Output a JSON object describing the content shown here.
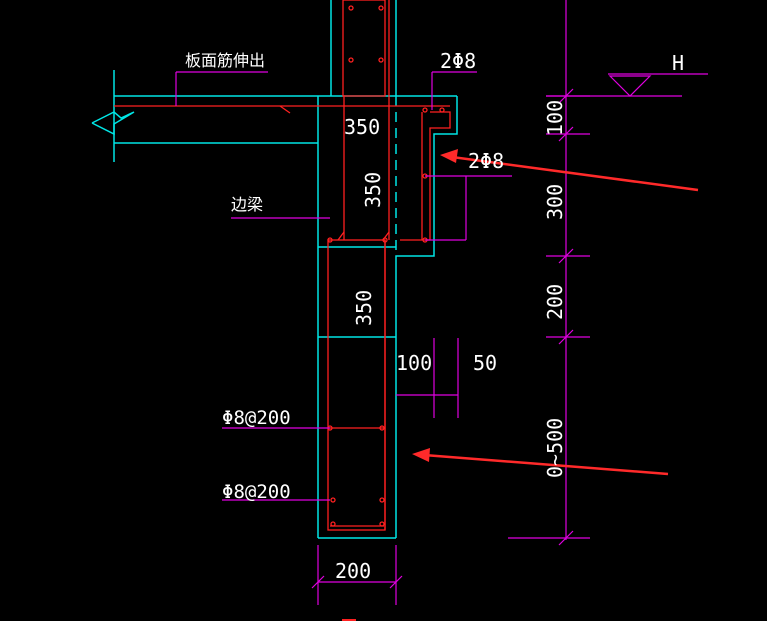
{
  "labels": {
    "slab_extend": "板面筋伸出",
    "edge_beam": "边梁",
    "h_mark": "H",
    "rebar_top": "2Φ8",
    "rebar_mid": "2Φ8",
    "stirrup_1": "Φ8@200",
    "stirrup_2": "Φ8@200"
  },
  "dimensions": {
    "d_350_horizontal": "350",
    "d_350_vertical_upper": "350",
    "d_350_vertical_lower": "350",
    "d_100_horizontal": "100",
    "d_50_horizontal": "50",
    "d_200_bottom": "200",
    "right_100": "100",
    "right_300": "300",
    "right_200": "200",
    "right_0_500": "0~500"
  },
  "colors": {
    "background": "#000000",
    "concrete": "#00e5e5",
    "rebar": "#ff2020",
    "dimension": "#e000e0",
    "annotation_arrow": "#ff2a2a",
    "text": "#ffffff"
  }
}
